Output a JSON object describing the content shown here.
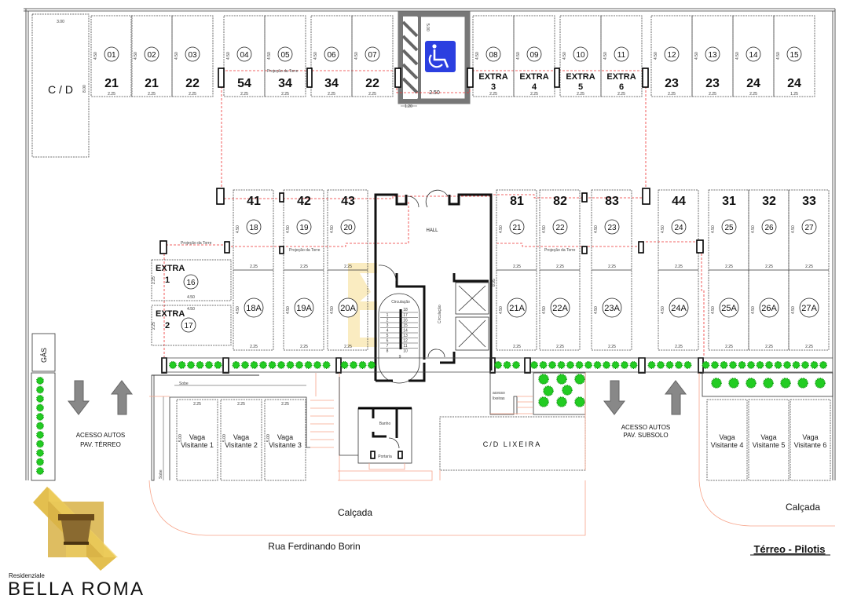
{
  "cd": {
    "label": "C / D",
    "width": "3.00",
    "depth": "8.00"
  },
  "top_spots": [
    {
      "num": "01",
      "label": "21",
      "width": "2.25",
      "depth": "4.50"
    },
    {
      "num": "02",
      "label": "21",
      "width": "2.25",
      "depth": "4.50"
    },
    {
      "num": "03",
      "label": "22",
      "width": "2.25",
      "depth": "4.50"
    },
    {
      "num": "04",
      "label": "54",
      "width": "2.25",
      "depth": "4.50"
    },
    {
      "num": "05",
      "label": "34",
      "width": "2.25",
      "depth": "4.50"
    },
    {
      "num": "06",
      "label": "34",
      "width": "2.25",
      "depth": "4.50"
    },
    {
      "num": "07",
      "label": "22",
      "width": "2.25",
      "depth": "4.50"
    },
    {
      "num": "08",
      "label": "EXTRA",
      "label2": "3",
      "width": "2.25",
      "depth": "4.50"
    },
    {
      "num": "09",
      "label": "EXTRA",
      "label2": "4",
      "width": "2.25",
      "depth": "4.50"
    },
    {
      "num": "10",
      "label": "EXTRA",
      "label2": "5",
      "width": "2.25",
      "depth": "4.50"
    },
    {
      "num": "11",
      "label": "EXTRA",
      "label2": "6",
      "width": "2.25",
      "depth": "4.50"
    },
    {
      "num": "12",
      "label": "23",
      "width": "2.25",
      "depth": "4.50"
    },
    {
      "num": "13",
      "label": "23",
      "width": "2.25",
      "depth": "4.50"
    },
    {
      "num": "14",
      "label": "24",
      "width": "2.25",
      "depth": "4.50"
    },
    {
      "num": "15",
      "label": "24",
      "width": "1.25",
      "depth": "4.50"
    }
  ],
  "accessible_spot": {
    "icon": "wheelchair-icon",
    "color": "#2b3fe0",
    "depth": "5.00",
    "width": "2.50",
    "aisle": "1.20"
  },
  "tower_spots": [
    {
      "unit": "41",
      "front": "18",
      "back": "18A"
    },
    {
      "unit": "42",
      "front": "19",
      "back": "19A"
    },
    {
      "unit": "43",
      "front": "20",
      "back": "20A"
    },
    {
      "unit": "81",
      "front": "21",
      "back": "21A"
    },
    {
      "unit": "82",
      "front": "22",
      "back": "22A"
    },
    {
      "unit": "83",
      "front": "23",
      "back": "23A"
    },
    {
      "unit": "44",
      "front": "24",
      "back": "24A"
    },
    {
      "unit": "31",
      "front": "25",
      "back": "25A"
    },
    {
      "unit": "32",
      "front": "26",
      "back": "26A"
    },
    {
      "unit": "33",
      "front": "27",
      "back": "27A"
    }
  ],
  "tower_dims": {
    "width": "2.25",
    "depth": "4.50"
  },
  "extra_spots": [
    {
      "label": "EXTRA",
      "label2": "1",
      "num": "16",
      "width": "4.50",
      "depth": "2.25"
    },
    {
      "label": "EXTRA",
      "label2": "2",
      "num": "17",
      "width": "4.50",
      "depth": "2.25"
    }
  ],
  "tower_projection": "Projeção da Torre",
  "core": {
    "hall": "HALL",
    "circulation": "Circulação",
    "bathroom": "Banho",
    "reception": "Portaria",
    "trash_access": [
      "acesso",
      "lixeiras"
    ],
    "stairs": [
      "1",
      "2",
      "3",
      "4",
      "5",
      "6",
      "7",
      "8",
      "9",
      "10",
      "11",
      "12",
      "13",
      "14",
      "15",
      "16",
      "17",
      "18"
    ],
    "core_dim": "8.95"
  },
  "gas": "GÁS",
  "ramp_up": "Sobe",
  "access_ground": [
    "ACESSO AUTOS",
    "PAV. TÉRREO"
  ],
  "access_basement": [
    "ACESSO AUTOS",
    "PAV. SUBSOLO"
  ],
  "trash_room": "C/D  LIXEIRA",
  "visitor_spots": [
    {
      "line1": "Vaga",
      "line2": "Visitante 1",
      "width": "2.25",
      "depth": "5.00"
    },
    {
      "line1": "Vaga",
      "line2": "Visitante 2",
      "width": "2.25",
      "depth": "5.00"
    },
    {
      "line1": "Vaga",
      "line2": "Visitante 3",
      "width": "2.25",
      "depth": "5.00"
    },
    {
      "line1": "Vaga",
      "line2": "Visitante 4"
    },
    {
      "line1": "Vaga",
      "line2": "Visitante 5"
    },
    {
      "line1": "Vaga",
      "line2": "Visitante 6"
    }
  ],
  "sidewalk_left": "Calçada",
  "sidewalk_right": "Calçada",
  "street": "Rua Ferdinando Borin",
  "floor_title": "Térreo - Pilotis",
  "logo": {
    "small": "Residenziale",
    "name": "BELLA ROMA",
    "color": "#c9a24a"
  },
  "planter_color": "#22cc22"
}
